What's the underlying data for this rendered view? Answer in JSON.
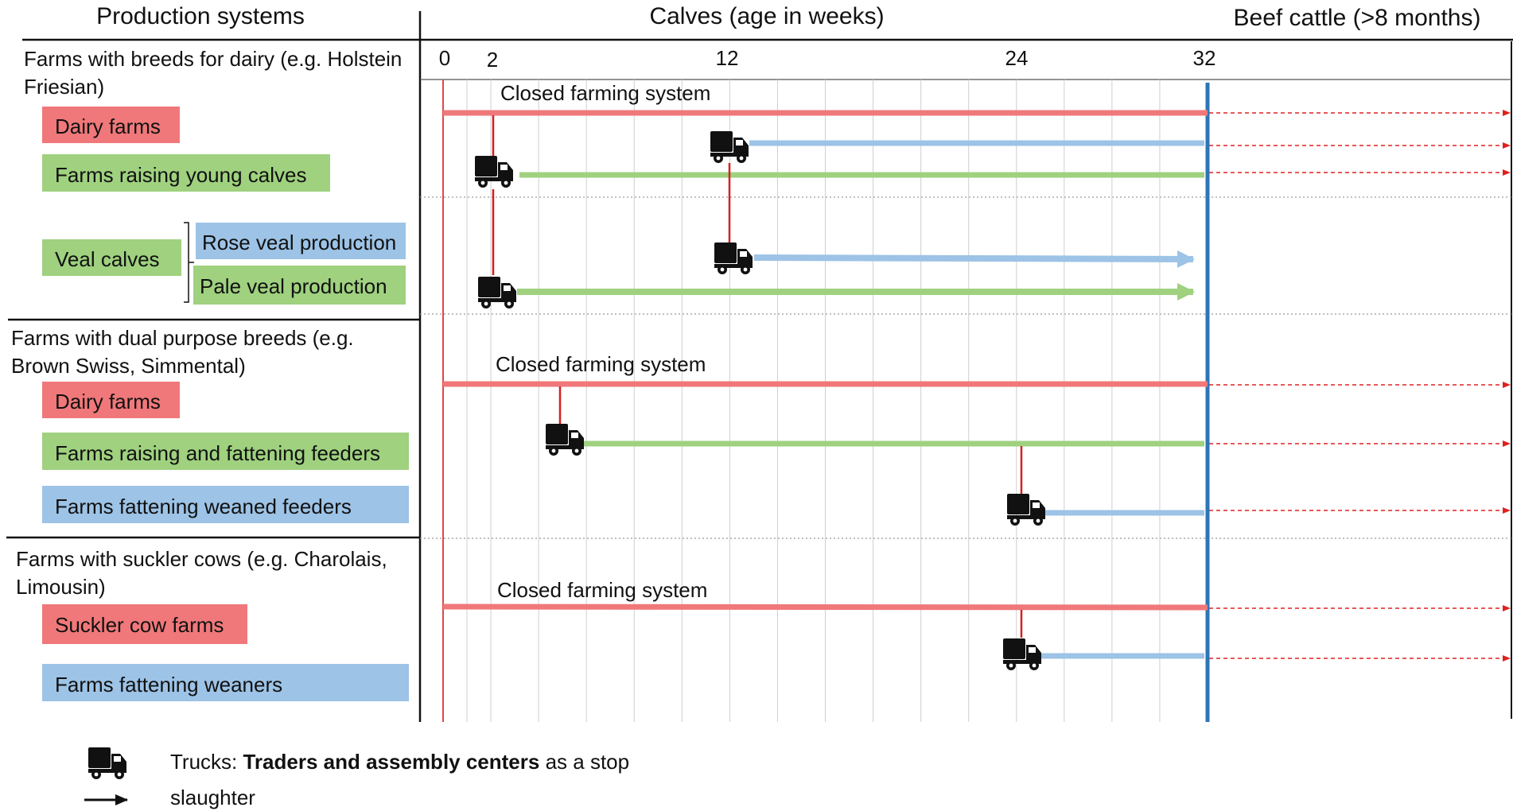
{
  "header": {
    "left": "Production systems",
    "middle": "Calves (age in weeks)",
    "right": "Beef cattle (>8 months)"
  },
  "ticks": [
    "0",
    "2",
    "12",
    "24",
    "32"
  ],
  "sections": [
    {
      "title_line1": "Farms with breeds for dairy (e.g. Holstein",
      "title_line2": "Friesian)",
      "closed_label": "Closed farming system",
      "boxes": {
        "dairy": "Dairy farms",
        "young_calves": "Farms raising young calves",
        "veal": "Veal calves",
        "rose": "Rose veal production",
        "pale": "Pale veal production"
      }
    },
    {
      "title_line1": "Farms with dual purpose breeds (e.g.",
      "title_line2": "Brown Swiss, Simmental)",
      "closed_label": "Closed farming system",
      "boxes": {
        "dairy": "Dairy farms",
        "raising_fattening": "Farms raising and fattening feeders",
        "weaned": "Farms fattening weaned feeders"
      }
    },
    {
      "title_line1": "Farms with suckler cows (e.g. Charolais,",
      "title_line2": "Limousin)",
      "closed_label": "Closed farming system",
      "boxes": {
        "suckler": "Suckler cow farms",
        "weaners": "Farms fattening weaners"
      }
    }
  ],
  "legend": {
    "trucks_prefix": "Trucks: ",
    "trucks_bold": "Traders and assembly centers",
    "trucks_suffix": " as a stop",
    "slaughter": "slaughter"
  },
  "colors": {
    "red": "#f0787a",
    "green": "#9fd17f",
    "blue": "#9dc3e6",
    "dark_blue": "#2e75b6",
    "red_line": "#d42020"
  }
}
